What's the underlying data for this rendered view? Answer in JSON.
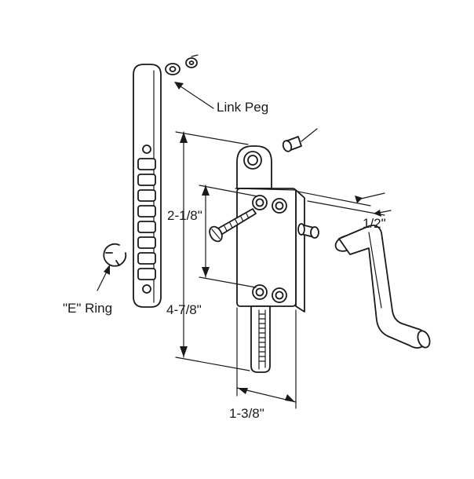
{
  "labels": {
    "link_peg": "Link Peg",
    "e_ring": "\"E\" Ring",
    "dim_height": "4-7/8\"",
    "dim_hole_spacing": "2-1/8\"",
    "dim_offset": "1/2\"",
    "dim_width": "1-3/8\""
  },
  "colors": {
    "ink": "#1a1a1a",
    "background": "#ffffff"
  }
}
